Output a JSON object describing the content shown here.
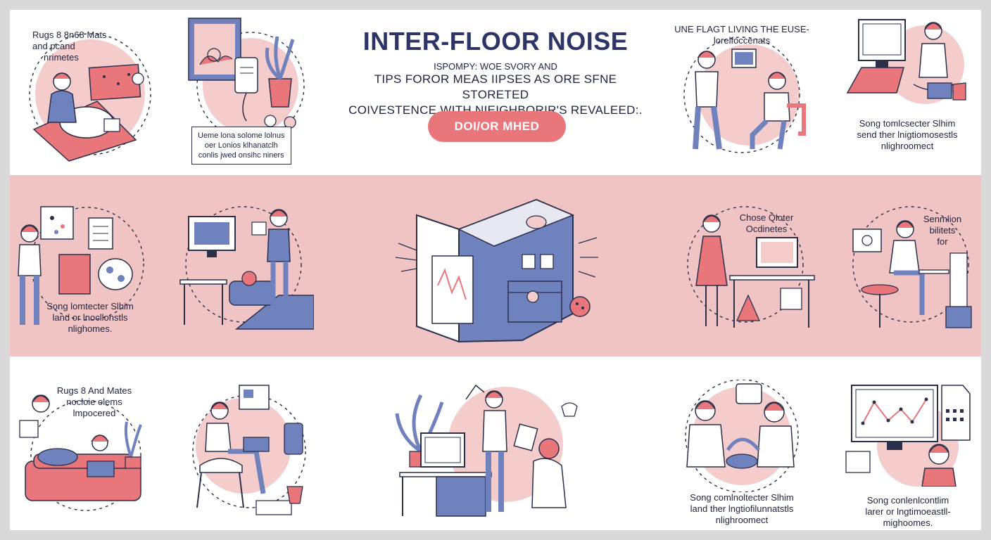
{
  "header": {
    "title": "INTER-FLOOR NOISE",
    "subtitle_small": "ISPOMPY: WOE SVORY AND",
    "subtitle_line1": "TIPS FOROR MEAS IIPSES AS ORE SFNE STORETED",
    "subtitle_line2": "COIVESTENCE WITH NIEIGHBORIR'S REVALEED:.",
    "cta_label": "DOI/OR MHED"
  },
  "top_row": {
    "rugs_caption": [
      "Rugs  8 8n68 Mats",
      "and  pcand",
      "nrimetes"
    ],
    "note_caption": [
      "Ueme lona solome lolnus",
      "oer Lonios klhanatclh",
      "conlis jwed onsihc niners"
    ],
    "flat_caption": [
      "UNE FLAGT LIVING THE EUSE-",
      "lorelfoccenats"
    ],
    "desk_caption": [
      "Song tomlcsecter Slhim",
      "send ther lnigtiomosestls",
      "nlighroomect"
    ]
  },
  "middle_row": {
    "board_caption": [
      "Song lomtecter Slhim",
      "land or lnocllonstls",
      "nlighomes."
    ],
    "quieter_caption": [
      "Chose Qioter",
      "Ocdinetes"
    ],
    "senation_caption": [
      "Senmlion",
      "bilitets",
      "for"
    ]
  },
  "bottom_row": {
    "rugs_caption": [
      "Rugs 8 And Mates",
      "nocloie olems",
      "lmpocered"
    ],
    "talk_caption": [
      "Song comlnoltecter Slhim",
      "land ther lngtiofilunnatstls",
      "nlighroomect"
    ],
    "chart_caption": [
      "Song conlenlcontlim",
      "larer or lngtimoeastll-",
      "mighoomes."
    ]
  },
  "colors": {
    "navy": "#2d3566",
    "blue": "#6f82bd",
    "pink": "#e8767a",
    "blush": "#f4cccc",
    "band": "#f0c4c4",
    "ink": "#1e2340"
  }
}
